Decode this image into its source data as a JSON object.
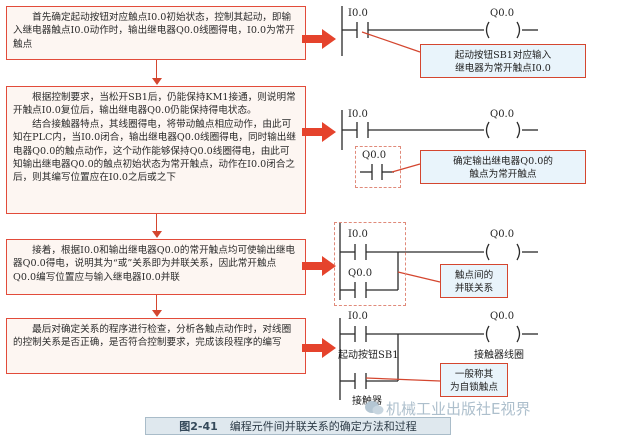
{
  "steps": [
    {
      "text": "　　首先确定起动按钮对应触点I0.0初始状态，控制其起动，即输入继电器触点I0.0动作时，输出继电器Q0.0线圈得电，I0.0为常开触点"
    },
    {
      "text": "　　根据控制要求，当松开SB1后，仍能保持KM1接通，则说明常开触点I0.0复位后，输出继电器Q0.0仍能保持得电状态。\n　　结合接触器特点，其线圈得电，将带动触点相应动作，由此可知在PLC内，当I0.0闭合，输出继电器Q0.0线圈得电，同时输出继电器Q0.0的触点动作，这个动作能够保持Q0.0线圈得电，由此可知输出继电器Q0.0的触点初始状态为常开触点，动作在I0.0闭合之后，则其编写位置应在I0.0之后或之下"
    },
    {
      "text": "　　接着，根据I0.0和输出继电器Q0.0的常开触点均可使输出继电器Q0.0得电，说明其为“或”关系即为并联关系，因此常开触点Q0.0编写位置应与输入继电器I0.0并联"
    },
    {
      "text": "　　最后对确定关系的程序进行检查，分析各触点动作时，对线圈的控制关系是否正确，是否符合控制要求，完成该段程序的编写"
    }
  ],
  "diagram": {
    "contact_i00": "I0.0",
    "contact_q00": "Q0.0",
    "coil_q00": "Q0.0",
    "coil_symbol": "(　　)",
    "label_start_button": "起动按钮SB1",
    "label_coil": "接触器线圈",
    "label_contact": "接触器"
  },
  "callouts": {
    "c1": "起动按钮SB1对应输入\n继电器为常开触点I0.0",
    "c2": "确定输出继电器Q0.0的\n触点为常开触点",
    "c3": "触点间的\n并联关系",
    "c4": "一般称其\n为自锁触点"
  },
  "caption": {
    "number": "图2-41",
    "title": "编程元件间并联关系的确定方法和过程"
  },
  "watermark": "机械工业出版社E视界",
  "colors": {
    "accent": "#d4462f",
    "box_bg": "#fdf6f2",
    "callout_bg": "#e9f4fb"
  }
}
